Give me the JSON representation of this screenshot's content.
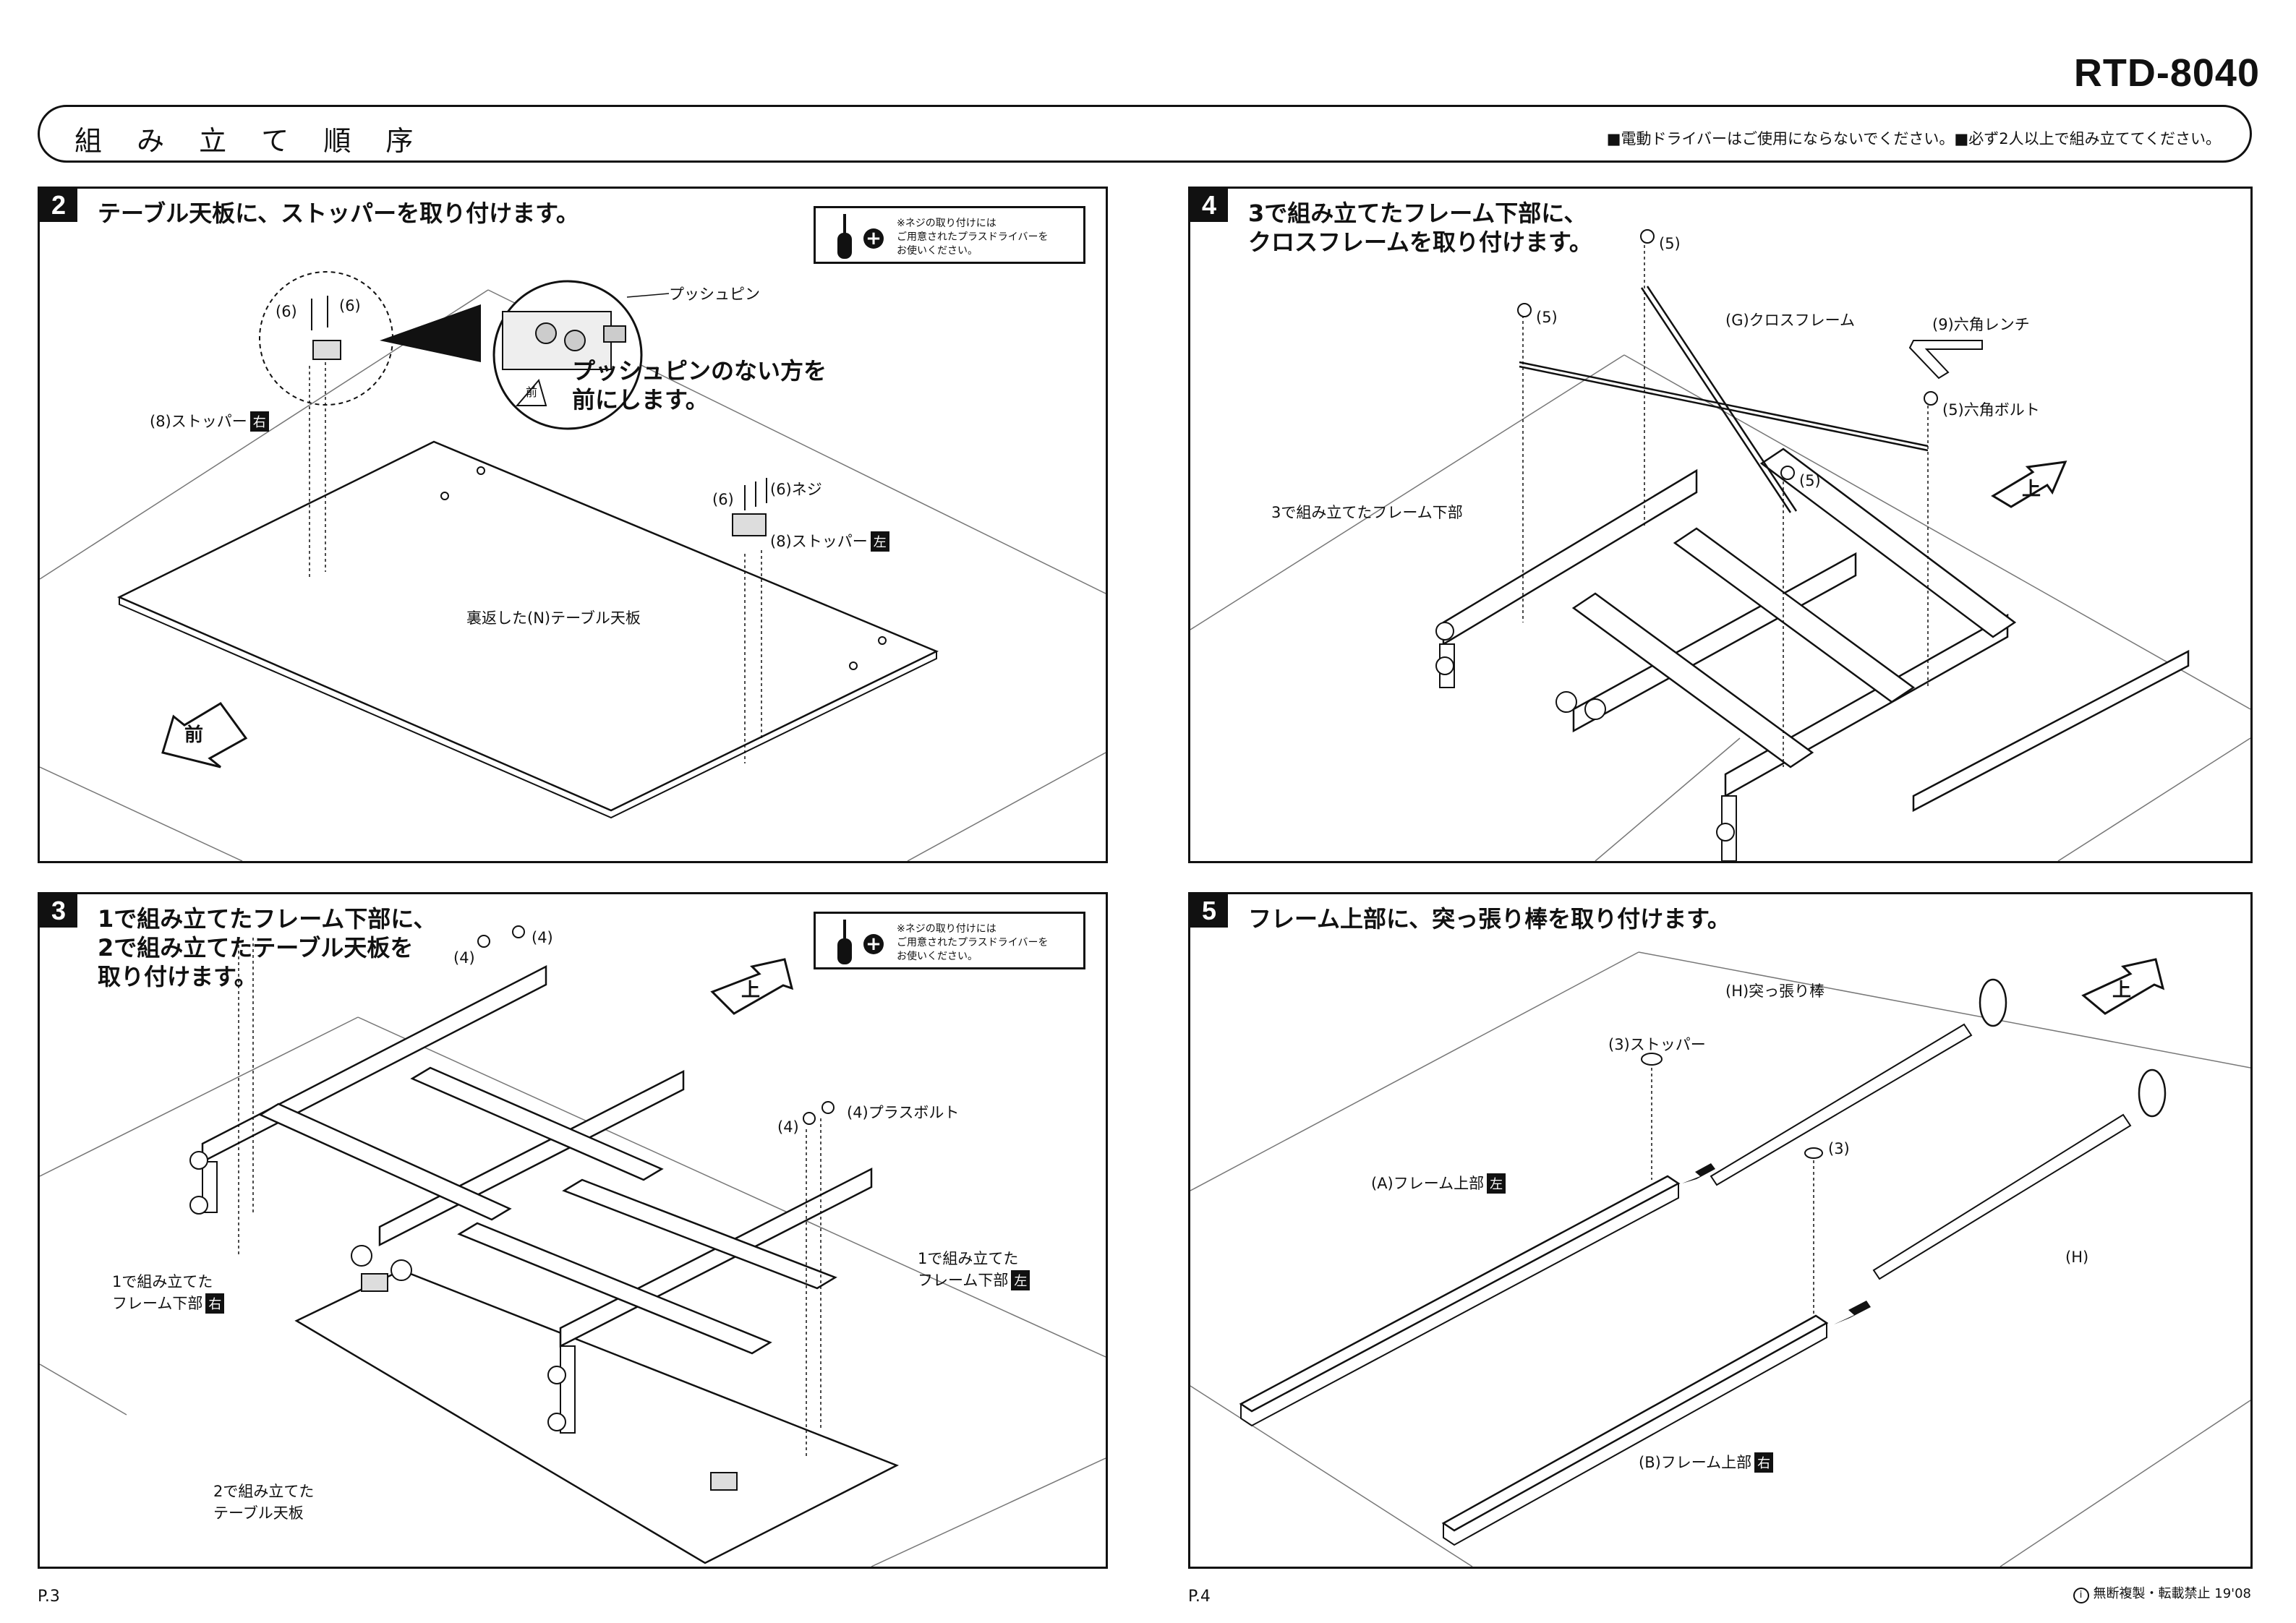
{
  "model": "RTD-8040",
  "title": "組 み 立 て 順 序",
  "notes": "■電動ドライバーはご使用にならないでください。■必ず2人以上で組み立ててください。",
  "tool_note": [
    "※ネジの取り付けには",
    "ご用意されたプラスドライバーを",
    "お使いください。"
  ],
  "step2": {
    "num": "2",
    "heading": "テーブル天板に、ストッパーを取り付けます。",
    "labels": {
      "screw_a": "(6)",
      "screw_b": "(6)",
      "stopper_right": "(8)ストッパー",
      "right_tag": "右",
      "push_pin": "プッシュピン",
      "callout_1": "プッシュピンのない方を",
      "callout_2": "前にします。",
      "screw_c": "(6)",
      "neji": "(6)ネジ",
      "stopper_left": "(8)ストッパー",
      "left_tag": "左",
      "tabletop": "裏返した(N)テーブル天板",
      "front": "前",
      "detail_front": "前"
    }
  },
  "step3": {
    "num": "3",
    "heading": [
      "1で組み立てたフレーム下部に、",
      "2で組み立てたテーブル天板を",
      "取り付けます。"
    ],
    "labels": {
      "bolt_a": "(4)",
      "bolt_b": "(4)",
      "bolt_c": "(4)",
      "plus_bolt": "(4)プラスボルト",
      "frame_right_1": "1で組み立てた",
      "frame_right_2": "フレーム下部",
      "right_tag": "右",
      "frame_left_1": "1で組み立てた",
      "frame_left_2": "フレーム下部",
      "left_tag": "左",
      "top_1": "2で組み立てた",
      "top_2": "テーブル天板",
      "up": "上"
    }
  },
  "step4": {
    "num": "4",
    "heading": [
      "3で組み立てたフレーム下部に、",
      "クロスフレームを取り付けます。"
    ],
    "labels": {
      "bolt_top": "(5)",
      "bolt_left": "(5)",
      "bolt_mid": "(5)",
      "cross": "(G)クロスフレーム",
      "wrench": "(9)六角レンチ",
      "hex_bolt": "(5)六角ボルト",
      "frame": "3で組み立てたフレーム下部",
      "up": "上"
    }
  },
  "step5": {
    "num": "5",
    "heading": "フレーム上部に、突っ張り棒を取り付けます。",
    "labels": {
      "rod": "(H)突っ張り棒",
      "stopper": "(3)ストッパー",
      "stopper_b": "(3)",
      "frame_a": "(A)フレーム上部",
      "a_tag": "左",
      "rod_b": "(H)",
      "frame_b": "(B)フレーム上部",
      "b_tag": "右",
      "up": "上"
    }
  },
  "footer": {
    "left": "P.3",
    "right": "P.4",
    "copyright": "無断複製・転載禁止 19'08"
  }
}
